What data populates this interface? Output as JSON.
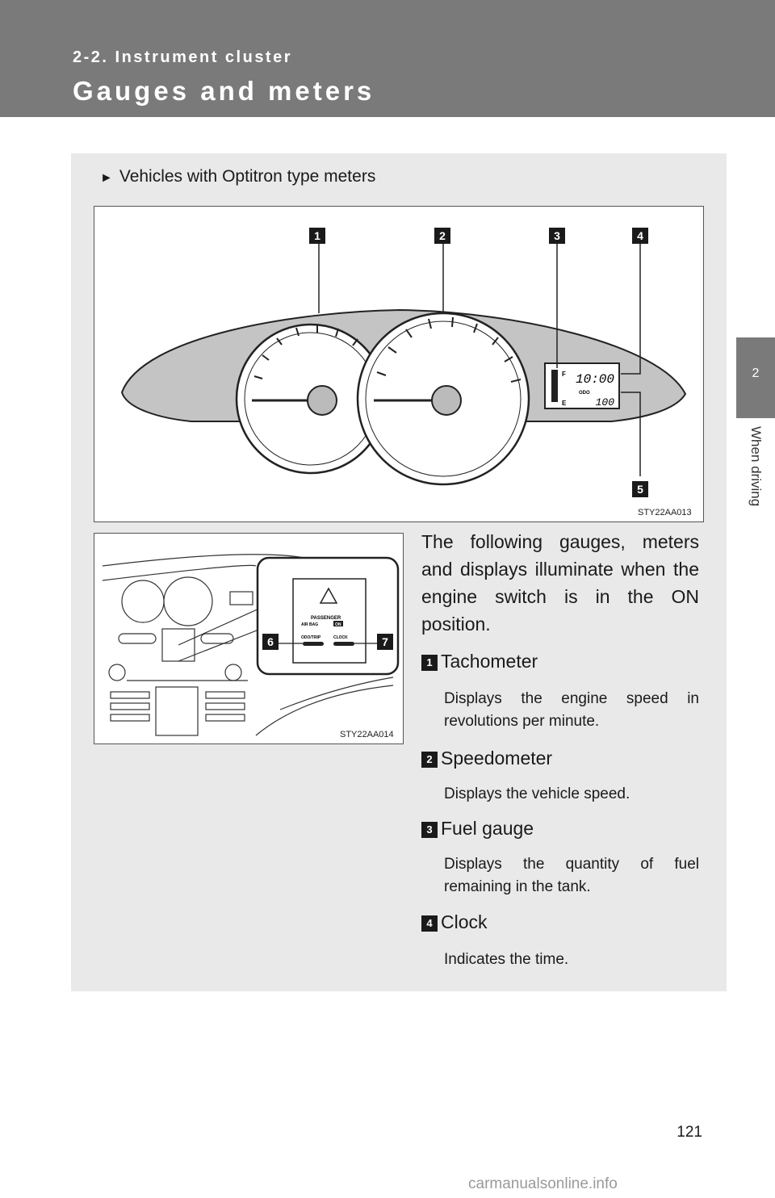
{
  "header": {
    "section": "2-2. Instrument cluster",
    "title": "Gauges and meters"
  },
  "side_tab": {
    "number": "2",
    "label": "When driving"
  },
  "content": {
    "vehicles_line": "Vehicles with Optitron type meters",
    "figure1": {
      "code": "STY22AA013",
      "callouts": [
        "1",
        "2",
        "3",
        "4",
        "5"
      ],
      "clock_display": "10:00",
      "odo_label": "ODO",
      "odo_value": "100",
      "fuel_full": "F",
      "fuel_empty": "E"
    },
    "figure2": {
      "code": "STY22AA014",
      "callouts": [
        "6",
        "7"
      ],
      "passenger": "PASSENGER",
      "airbag": "AIR BAG",
      "on": "ON",
      "odo_trip": "ODO/TRIP",
      "clock": "CLOCK"
    },
    "intro": "The following gauges, meters and displays illuminate when the engine switch is in the ON position.",
    "items": [
      {
        "num": "1",
        "title": "Tachometer",
        "desc": "Displays the engine speed in revolutions per minute."
      },
      {
        "num": "2",
        "title": "Speedometer",
        "desc": "Displays the vehicle speed."
      },
      {
        "num": "3",
        "title": "Fuel gauge",
        "desc": "Displays the quantity of fuel remaining in the tank."
      },
      {
        "num": "4",
        "title": "Clock",
        "desc": "Indicates the time."
      }
    ]
  },
  "page_number": "121",
  "watermark": "carmanualsonline.info"
}
